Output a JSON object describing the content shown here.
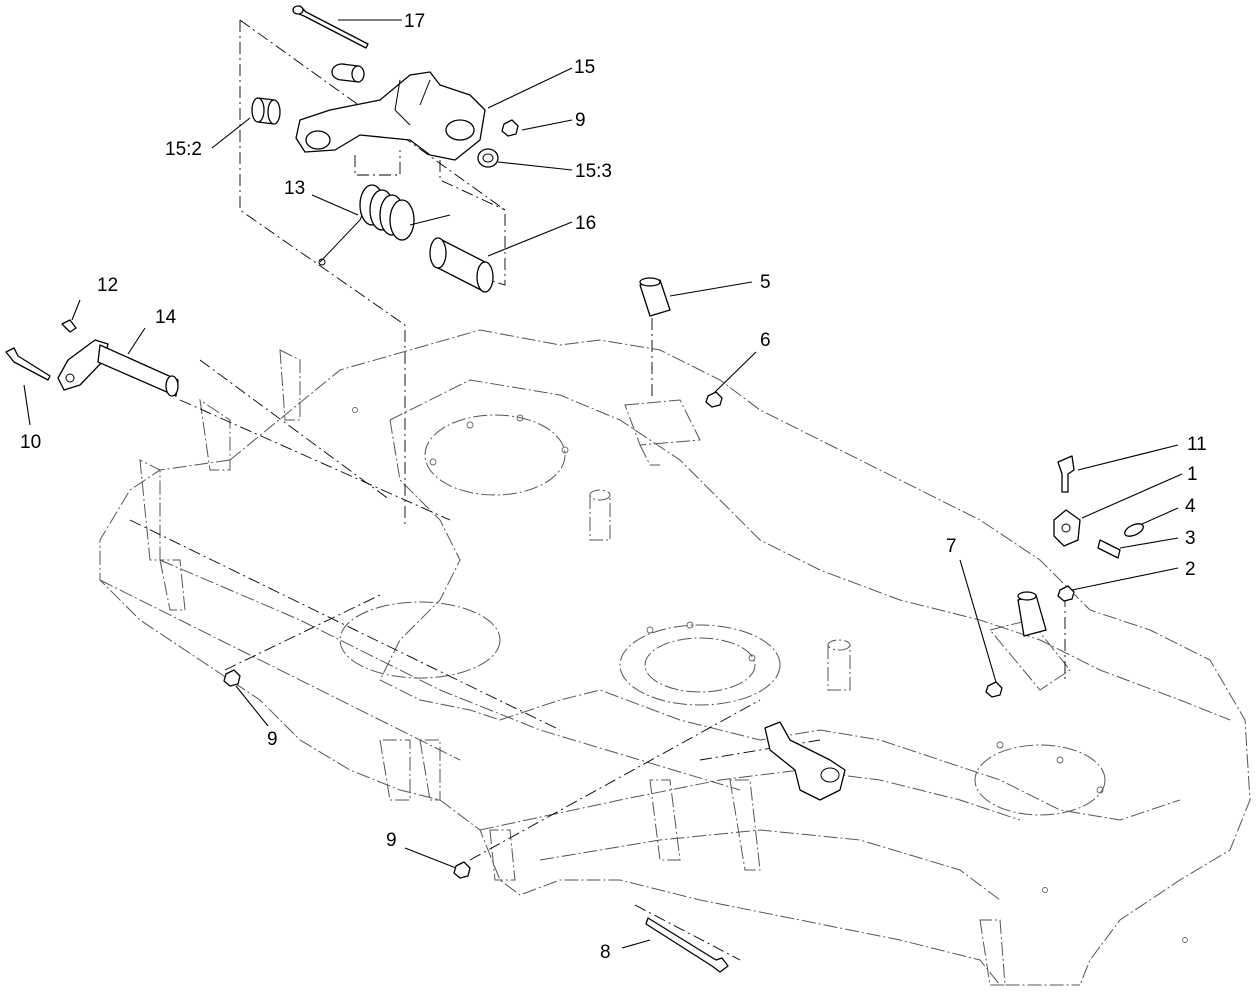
{
  "callouts": [
    {
      "id": "c17",
      "label": "17"
    },
    {
      "id": "c15",
      "label": "15"
    },
    {
      "id": "c9a",
      "label": "9"
    },
    {
      "id": "c15_2",
      "label": "15:2"
    },
    {
      "id": "c15_3",
      "label": "15:3"
    },
    {
      "id": "c13",
      "label": "13"
    },
    {
      "id": "c16",
      "label": "16"
    },
    {
      "id": "c12",
      "label": "12"
    },
    {
      "id": "c14",
      "label": "14"
    },
    {
      "id": "c10",
      "label": "10"
    },
    {
      "id": "c5",
      "label": "5"
    },
    {
      "id": "c6",
      "label": "6"
    },
    {
      "id": "c11",
      "label": "11"
    },
    {
      "id": "c1",
      "label": "1"
    },
    {
      "id": "c4",
      "label": "4"
    },
    {
      "id": "c3",
      "label": "3"
    },
    {
      "id": "c2",
      "label": "2"
    },
    {
      "id": "c7",
      "label": "7"
    },
    {
      "id": "c9b",
      "label": "9"
    },
    {
      "id": "c9c",
      "label": "9"
    },
    {
      "id": "c8",
      "label": "8"
    }
  ]
}
